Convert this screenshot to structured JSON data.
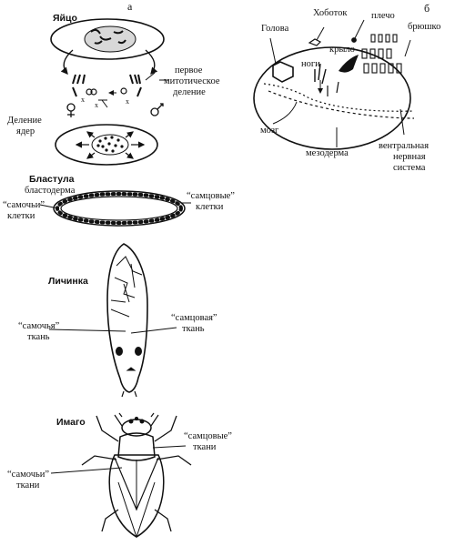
{
  "panel_a": {
    "letter": "а",
    "egg": "Яйцо",
    "first_division": [
      "первое",
      "митотическое",
      "деление"
    ],
    "nuclei_division": [
      "Деление",
      "ядер"
    ],
    "blastula": "Бластула",
    "blastoderm": "бластодерма",
    "female_cells": [
      "“самочьи”",
      "клетки"
    ],
    "male_cells": [
      "“самцовые”",
      "клетки"
    ],
    "larva": "Личинка",
    "female_tissue": [
      "“самочья”",
      "ткань"
    ],
    "male_tissue": [
      "“самцовая”",
      "ткань"
    ],
    "imago": "Имаго",
    "male_tissues": [
      "“самцовые”",
      "ткани"
    ],
    "female_tissues": [
      "“самочьи”",
      "ткани"
    ],
    "symbols": [
      "x",
      "x",
      "x"
    ]
  },
  "panel_b": {
    "letter": "б",
    "head": "Голова",
    "proboscis": "Хоботок",
    "shoulder": "плечо",
    "abdomen": "брюшко",
    "wing": "крыло",
    "legs": "ноги",
    "brain": "мозг",
    "mesoderm": "мезодерма",
    "vns": [
      "вентральная",
      "нервная",
      "система"
    ]
  }
}
